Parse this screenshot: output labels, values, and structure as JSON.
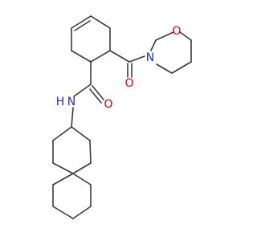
{
  "molecule": {
    "atoms": {
      "morpholine_o": "O",
      "morpholine_n": "N",
      "carbonyl_o_upper": "O",
      "carbonyl_o_lower": "O",
      "amide_n": "N",
      "amide_h": "H"
    },
    "colors": {
      "bond": "#3a3a3a",
      "oxygen": "#e0000b",
      "nitrogen": "#1e2bd6",
      "background": "#ffffff"
    }
  }
}
